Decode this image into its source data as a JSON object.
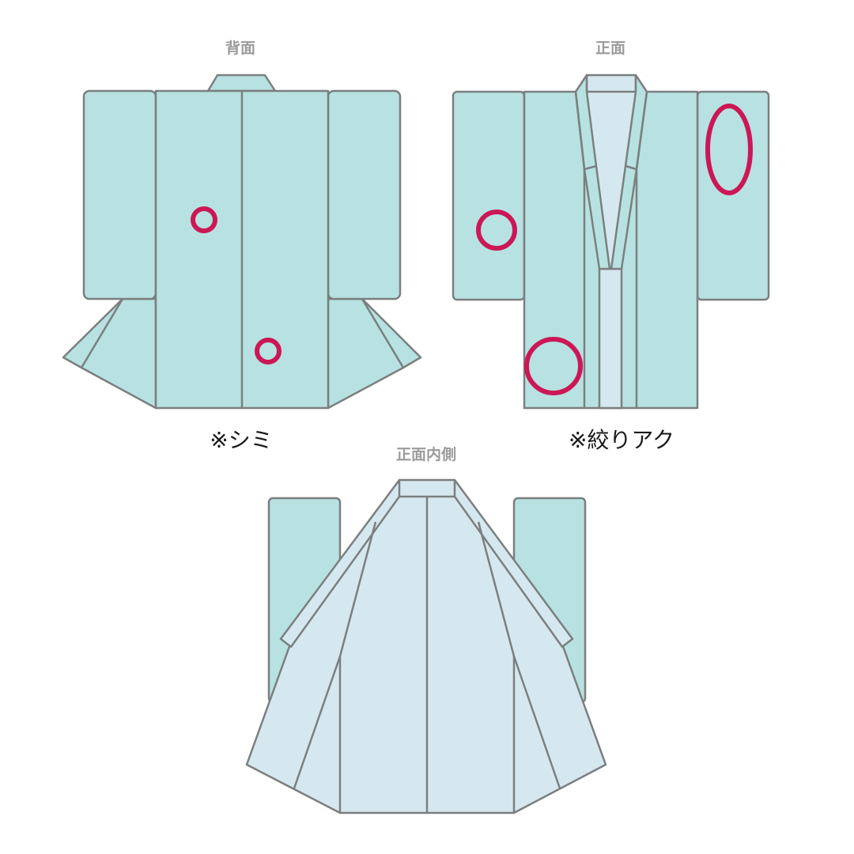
{
  "views": {
    "back": {
      "label": "背面"
    },
    "front": {
      "label": "正面"
    },
    "inside": {
      "label": "正面内側"
    }
  },
  "notes": {
    "stain": "※シミ",
    "crest": "※絞りアク"
  },
  "colors": {
    "fabric": "#b7e2e1",
    "lining": "#d6e8ef",
    "outline": "#7b7f80",
    "marker": "#cc1756"
  }
}
